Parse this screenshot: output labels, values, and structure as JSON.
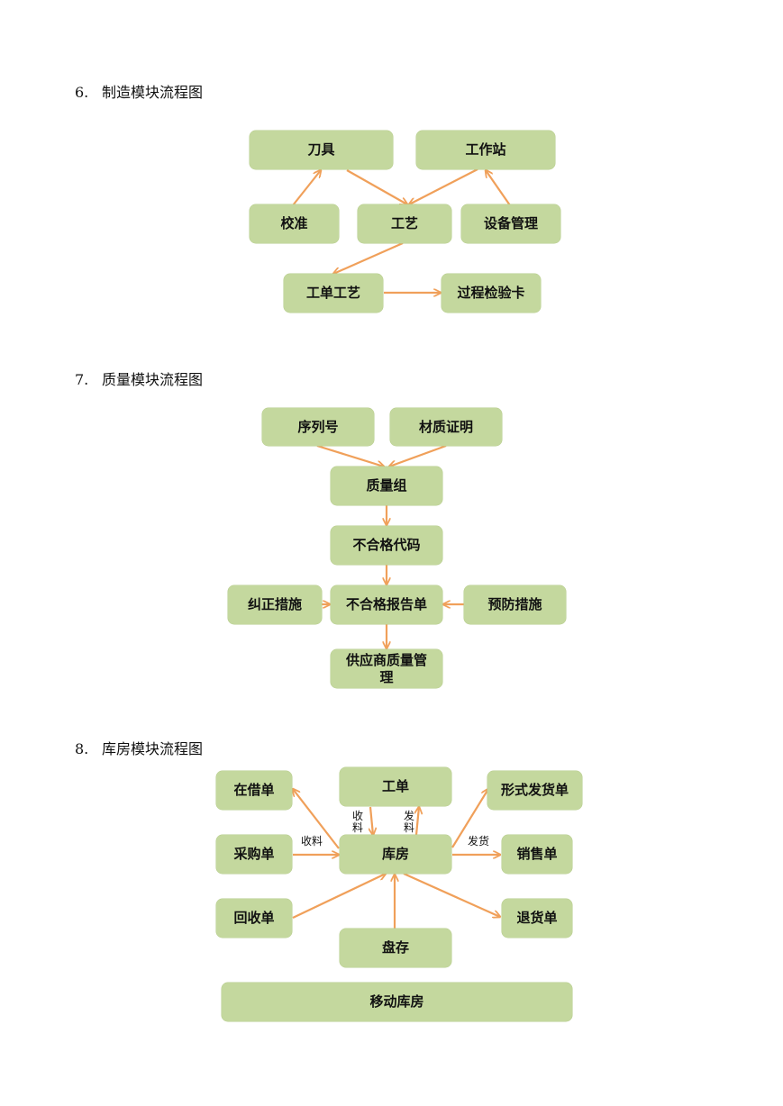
{
  "sections": [
    {
      "number": "6.",
      "title": "制造模块流程图"
    },
    {
      "number": "7.",
      "title": "质量模块流程图"
    },
    {
      "number": "8.",
      "title": "库房模块流程图"
    }
  ],
  "manufacturing": {
    "cutter": "刀具",
    "workstation": "工作站",
    "calibration": "校准",
    "process": "工艺",
    "equipment": "设备管理",
    "work_order_process": "工单工艺",
    "inspection_card": "过程检验卡"
  },
  "quality": {
    "serial_number": "序列号",
    "material_cert": "材质证明",
    "quality_group": "质量组",
    "nonconformance_code": "不合格代码",
    "corrective": "纠正措施",
    "nonconformance_report": "不合格报告单",
    "preventive": "预防措施",
    "supplier_quality": "供应商质量管理"
  },
  "warehouse": {
    "loan": "在借单",
    "work_order": "工单",
    "proforma": "形式发货单",
    "purchase": "采购单",
    "warehouse": "库房",
    "sales": "销售单",
    "recycle": "回收单",
    "return": "退货单",
    "stocktake": "盘存",
    "mobile_warehouse": "移动库房",
    "label_receive": "收料",
    "label_receive_vertical": "收料",
    "label_issue_vertical": "发料",
    "label_ship": "发货"
  },
  "colors": {
    "box_fill": "#c4d89e",
    "arrow": "#f0a05a"
  }
}
